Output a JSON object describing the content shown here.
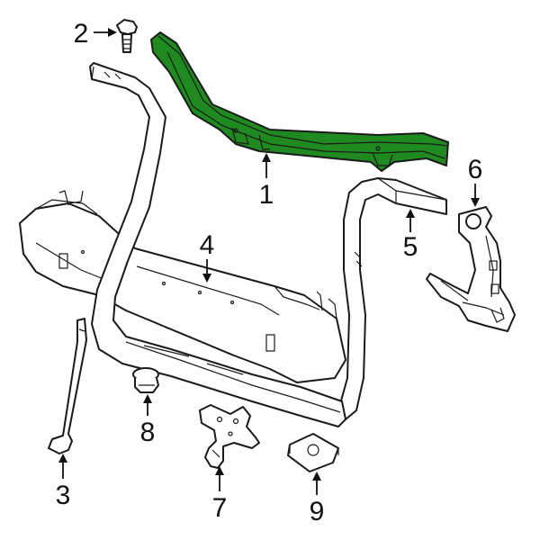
{
  "highlight_color": "#1f8a1f",
  "callouts": [
    {
      "label": "1"
    },
    {
      "label": "2"
    },
    {
      "label": "3"
    },
    {
      "label": "4"
    },
    {
      "label": "5"
    },
    {
      "label": "6"
    },
    {
      "label": "7"
    },
    {
      "label": "8"
    },
    {
      "label": "9"
    }
  ]
}
